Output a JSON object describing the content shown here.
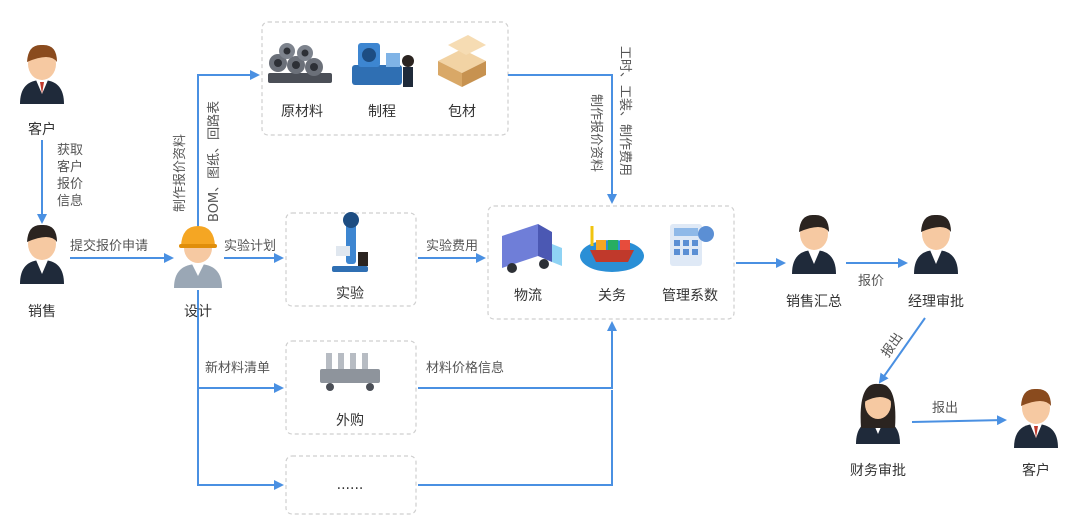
{
  "actors": {
    "customer_top": "客户",
    "sales": "销售",
    "designer": "设计",
    "sales_summary": "销售汇总",
    "manager_review": "经理审批",
    "finance_review": "财务审批",
    "customer_bottom": "客户"
  },
  "boxes": {
    "materials": {
      "raw": "原材料",
      "process": "制程",
      "package": "包材"
    },
    "experiment": "实验",
    "costs": {
      "logistics": "物流",
      "customs": "关务",
      "mgmt_coef": "管理系数"
    },
    "purchase": "外购",
    "other": "......"
  },
  "edges": {
    "get_customer_info": [
      "获取",
      "客户",
      "报价",
      "信息"
    ],
    "submit_quote_request": "提交报价申请",
    "make_quote_data": "制作报价资料",
    "bom_drawing": "BOM、图纸、回路表",
    "experiment_plan": "实验计划",
    "experiment_cost": "实验费用",
    "labor_tool_cost": "工时、工装、制作费用",
    "make_quote_data_2": "制作报价资料",
    "new_material_list": "新材料清单",
    "material_price_info": "材料价格信息",
    "quote": "报价",
    "report_1": "报出",
    "report_2": "报出"
  },
  "colors": {
    "arrow": "#4a90e2",
    "suit": "#1f2a3a",
    "hair": "#2b2420",
    "hat": "#f5a623",
    "skin": "#f6c9a2"
  }
}
